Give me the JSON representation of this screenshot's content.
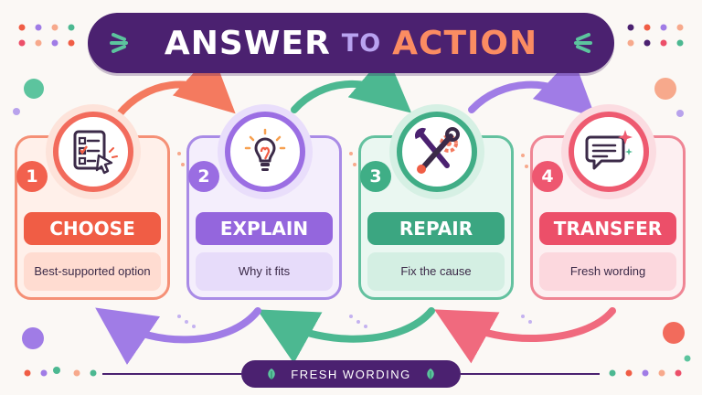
{
  "title": {
    "part1": "ANSWER",
    "part2": "TO",
    "part3": "ACTION"
  },
  "steps": [
    {
      "number": "1",
      "label": "CHOOSE",
      "description": "Best-supported option",
      "icon": "checklist-cursor-icon",
      "color": "#f26b5c"
    },
    {
      "number": "2",
      "label": "EXPLAIN",
      "description": "Why it fits",
      "icon": "lightbulb-icon",
      "color": "#9b6ee3"
    },
    {
      "number": "3",
      "label": "REPAIR",
      "description": "Fix the cause",
      "icon": "wrench-gear-icon",
      "color": "#40ad86"
    },
    {
      "number": "4",
      "label": "TRANSFER",
      "description": "Fresh wording",
      "icon": "speech-bubble-icon",
      "color": "#ee5a70"
    }
  ],
  "footer": {
    "text": "FRESH WORDING",
    "icon": "leaf-icon"
  },
  "colors": {
    "banner": "#4b2170",
    "background": "#fbf8f5"
  }
}
